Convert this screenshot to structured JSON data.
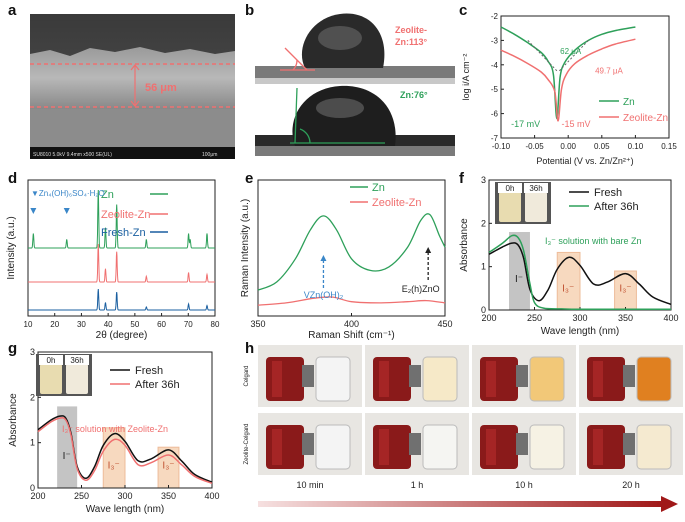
{
  "labels": {
    "a": "a",
    "b": "b",
    "c": "c",
    "d": "d",
    "e": "e",
    "f": "f",
    "g": "g",
    "h": "h"
  },
  "panel_a": {
    "thickness_label": "56 μm",
    "footer_left": "SU8010 5.0kV 9.4mm x500 SE(UL)",
    "footer_right": "100μm"
  },
  "panel_b": {
    "top_label_line1": "Zeolite-",
    "top_label_line2": "Zn:113°",
    "bottom_label": "Zn:76°"
  },
  "panel_h": {
    "row_labels": [
      "Celgard",
      "Zeolite-Celgard"
    ],
    "times": [
      "10 min",
      "1 h",
      "10 h",
      "20 h"
    ]
  },
  "colors": {
    "zn": "#2ea05a",
    "zeolite": "#f07070",
    "fresh": "#1a5fa0",
    "black": "#111111",
    "blue_label": "#3a86c8",
    "shade_grey": "#b5b5b5",
    "shade_orange": "#f4c9a4"
  },
  "chart_data": [
    {
      "id": "c",
      "type": "line",
      "xlabel": "Potential (V vs. Zn/Zn²⁺)",
      "ylabel": "log i/A cm⁻²",
      "xlim": [
        -0.1,
        0.15
      ],
      "ylim": [
        -7,
        -2
      ],
      "xticks": [
        "-0.10",
        "-0.05",
        "0.00",
        "0.05",
        "0.10",
        "0.15"
      ],
      "yticks": [
        "-7",
        "-6",
        "-5",
        "-4",
        "-3",
        "-2"
      ],
      "annotations": [
        "62 μA",
        "49.7 μA",
        "-17 mV",
        "-15 mV"
      ],
      "series": [
        {
          "name": "Zn",
          "color": "#2ea05a",
          "x": [
            -0.1,
            -0.08,
            -0.06,
            -0.04,
            -0.03,
            -0.022,
            -0.017,
            -0.012,
            -0.005,
            0.01,
            0.03,
            0.05,
            0.07,
            0.1
          ],
          "y": [
            -2.45,
            -2.75,
            -3.1,
            -3.5,
            -3.85,
            -4.4,
            -6.2,
            -4.5,
            -3.9,
            -3.4,
            -3.0,
            -2.75,
            -2.6,
            -2.45
          ]
        },
        {
          "name": "Zeolite-Zn",
          "color": "#f07070",
          "x": [
            -0.1,
            -0.08,
            -0.06,
            -0.04,
            -0.03,
            -0.02,
            -0.015,
            -0.01,
            -0.003,
            0.01,
            0.03,
            0.05,
            0.07,
            0.1
          ],
          "y": [
            -3.4,
            -3.65,
            -3.95,
            -4.3,
            -4.6,
            -5.1,
            -6.3,
            -5.0,
            -4.4,
            -3.95,
            -3.6,
            -3.35,
            -3.15,
            -2.95
          ]
        }
      ]
    },
    {
      "id": "d",
      "type": "line",
      "xlabel": "2θ (degree)",
      "ylabel": "Intensity (a.u.)",
      "xlim": [
        10,
        80
      ],
      "xticks": [
        "10",
        "20",
        "30",
        "40",
        "50",
        "60",
        "70",
        "80"
      ],
      "legend_marker_label": "▼Zn₄(OH)₆SO₄·H₂O",
      "peak_markers_x": [
        12,
        24.5
      ],
      "series": [
        {
          "name": "Zn",
          "color": "#2ea05a",
          "peaks": [
            [
              12,
              0.25
            ],
            [
              24.5,
              0.15
            ],
            [
              36.3,
              1.0
            ],
            [
              39,
              0.35
            ],
            [
              43.2,
              0.75
            ],
            [
              54.3,
              0.15
            ],
            [
              70.1,
              0.25
            ],
            [
              70.7,
              0.15
            ],
            [
              77,
              0.25
            ]
          ]
        },
        {
          "name": "Zeolite-Zn",
          "color": "#f07070",
          "peaks": [
            [
              36.3,
              1.0
            ],
            [
              39,
              0.35
            ],
            [
              43.2,
              0.8
            ],
            [
              54.3,
              0.15
            ],
            [
              70.1,
              0.25
            ],
            [
              77,
              0.2
            ]
          ]
        },
        {
          "name": "Fresh-Zn",
          "color": "#1a5fa0",
          "peaks": [
            [
              36.3,
              0.7
            ],
            [
              39,
              0.25
            ],
            [
              43.2,
              0.6
            ],
            [
              54.3,
              0.1
            ],
            [
              70.1,
              0.2
            ],
            [
              77,
              0.15
            ]
          ]
        }
      ]
    },
    {
      "id": "e",
      "type": "line",
      "xlabel": "Raman Shift (cm⁻¹)",
      "ylabel": "Raman Intensity (a.u.)",
      "xlim": [
        350,
        450
      ],
      "xticks": [
        "350",
        "400",
        "450"
      ],
      "annotations": [
        "VZn(OH)₂",
        "E₂(h)ZnO"
      ],
      "series": [
        {
          "name": "Zn",
          "color": "#2ea05a",
          "x": [
            350,
            360,
            370,
            378,
            385,
            392,
            400,
            410,
            420,
            430,
            437,
            442,
            447,
            450
          ],
          "y": [
            0.18,
            0.25,
            0.45,
            0.7,
            0.82,
            0.7,
            0.45,
            0.35,
            0.38,
            0.55,
            0.78,
            0.83,
            0.65,
            0.55
          ]
        },
        {
          "name": "Zeolite-Zn",
          "color": "#f07070",
          "x": [
            350,
            365,
            380,
            390,
            400,
            415,
            430,
            440,
            450
          ],
          "y": [
            0.05,
            0.07,
            0.11,
            0.12,
            0.08,
            0.07,
            0.08,
            0.09,
            0.07
          ]
        }
      ]
    },
    {
      "id": "f",
      "type": "line",
      "xlabel": "Wave length (nm)",
      "ylabel": "Absorbance",
      "xlim": [
        200,
        400
      ],
      "ylim": [
        0,
        3.5
      ],
      "xticks": [
        "200",
        "250",
        "300",
        "350",
        "400"
      ],
      "yticks": [
        "0",
        "1",
        "2",
        "3"
      ],
      "annotation": "I₃⁻ solution with bare Zn",
      "band_labels": [
        "I⁻",
        "I₃⁻",
        "I₃⁻"
      ],
      "inset_labels": [
        "0h",
        "36h"
      ],
      "series": [
        {
          "name": "Fresh",
          "color": "#111111",
          "x": [
            200,
            215,
            225,
            232,
            238,
            245,
            255,
            265,
            275,
            288,
            300,
            315,
            330,
            350,
            365,
            380,
            400
          ],
          "y": [
            1.5,
            1.7,
            1.8,
            1.75,
            1.4,
            0.55,
            0.25,
            0.55,
            1.1,
            1.42,
            1.2,
            0.7,
            0.75,
            0.98,
            0.7,
            0.35,
            0.15
          ]
        },
        {
          "name": "After 36h",
          "color": "#2ea05a",
          "x": [
            200,
            215,
            225,
            232,
            238,
            245,
            250,
            260,
            280,
            300,
            350,
            400
          ],
          "y": [
            1.55,
            1.8,
            2.0,
            1.95,
            1.6,
            0.7,
            0.2,
            0.05,
            0.03,
            0.02,
            0.02,
            0.02
          ]
        }
      ]
    },
    {
      "id": "g",
      "type": "line",
      "xlabel": "Wave length (nm)",
      "ylabel": "Absorbance",
      "xlim": [
        200,
        400
      ],
      "ylim": [
        0,
        3.5
      ],
      "xticks": [
        "200",
        "250",
        "300",
        "350",
        "400"
      ],
      "yticks": [
        "0",
        "1",
        "2",
        "3"
      ],
      "annotation": "I₃⁻ solution with Zeolite-Zn",
      "band_labels": [
        "I⁻",
        "I₃⁻",
        "I₃⁻"
      ],
      "inset_labels": [
        "0h",
        "36h"
      ],
      "series": [
        {
          "name": "Fresh",
          "color": "#111111",
          "x": [
            200,
            215,
            225,
            232,
            238,
            245,
            255,
            265,
            275,
            288,
            300,
            315,
            330,
            350,
            365,
            380,
            400
          ],
          "y": [
            1.5,
            1.75,
            1.85,
            1.8,
            1.4,
            0.55,
            0.25,
            0.55,
            1.1,
            1.4,
            1.2,
            0.7,
            0.75,
            0.98,
            0.7,
            0.35,
            0.15
          ]
        },
        {
          "name": "After 36h",
          "color": "#f07070",
          "x": [
            200,
            215,
            225,
            232,
            238,
            245,
            255,
            265,
            275,
            288,
            300,
            315,
            330,
            350,
            365,
            380,
            400
          ],
          "y": [
            1.45,
            1.7,
            1.8,
            1.75,
            1.35,
            0.5,
            0.2,
            0.45,
            0.95,
            1.25,
            1.1,
            0.6,
            0.65,
            0.85,
            0.6,
            0.3,
            0.12
          ]
        }
      ]
    }
  ]
}
